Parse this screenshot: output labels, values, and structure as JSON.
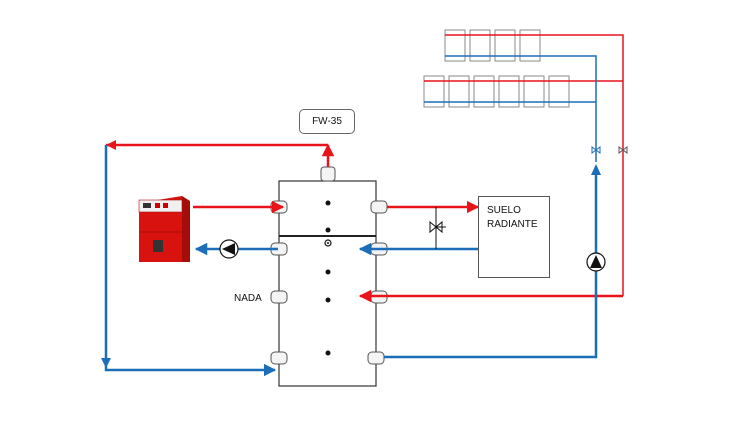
{
  "labels": {
    "controller": "FW-35",
    "floor_heating": "SUELO\nRADIANTE",
    "unused_port": "NADA"
  },
  "colors": {
    "hot": "#e8141a",
    "cold": "#1c6eb8",
    "tank_outline": "#333333",
    "boiler": "#e01010"
  },
  "components": {
    "boiler_icon": "boiler-icon",
    "tank": "buffer-tank",
    "circulation_pump_left": "pump-icon",
    "circulation_pump_right": "pump-icon",
    "mixing_valve": "three-way-valve-icon",
    "radiators": "radiator-icon",
    "thermostat": "thermostat-icon"
  }
}
